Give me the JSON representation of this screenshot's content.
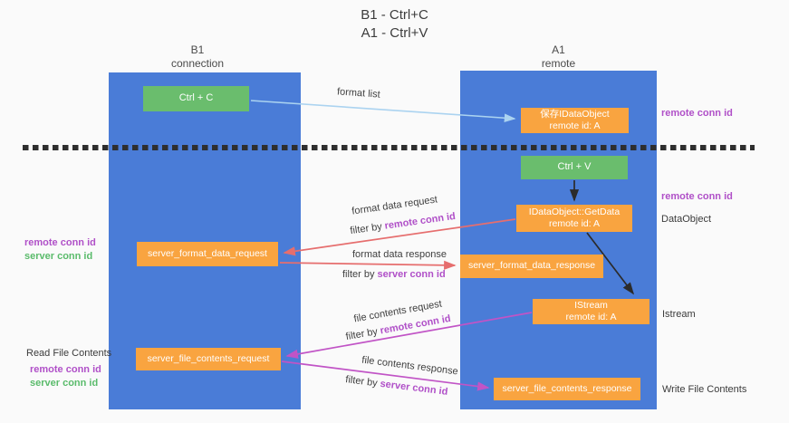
{
  "title": {
    "line1": "B1 - Ctrl+C",
    "line2": "A1 - Ctrl+V"
  },
  "lifelines": {
    "left": {
      "name": "B1",
      "role": "connection"
    },
    "right": {
      "name": "A1",
      "role": "remote"
    }
  },
  "nodes": {
    "ctrl_c": {
      "label": "Ctrl + C"
    },
    "save_dataobject": {
      "line1": "保存IDataObject",
      "line2": "remote id: A"
    },
    "ctrl_v": {
      "label": "Ctrl + V"
    },
    "getdata": {
      "line1": "IDataObject::GetData",
      "line2": "remote id: A"
    },
    "istream": {
      "line1": "IStream",
      "line2": "remote id: A"
    },
    "server_format_data_request": {
      "label": "server_format_data_request"
    },
    "server_format_data_response": {
      "label": "server_format_data_response"
    },
    "server_file_contents_request": {
      "label": "server_file_contents_request"
    },
    "server_file_contents_response": {
      "label": "server_file_contents_response"
    }
  },
  "arrow_labels": {
    "format_list": "format list",
    "format_data_request": "format data request",
    "format_data_response": "format data response",
    "file_contents_request": "file contents request",
    "file_contents_response": "file contents response",
    "filter_by": "filter by",
    "remote_conn_id": "remote conn id",
    "server_conn_id": "server conn id"
  },
  "side_labels": {
    "remote_conn_id": "remote conn id",
    "server_conn_id": "server conn id",
    "dataobject": "DataObject",
    "istream": "Istream",
    "read_file_contents": "Read File Contents",
    "write_file_contents": "Write File Contents"
  },
  "colors": {
    "lifeline_blue": "#4a7cd7",
    "node_orange": "#f9a440",
    "key_green": "#6abd6d",
    "remote_conn_purple": "#b050c8",
    "server_conn_green": "#5abb6b",
    "format_arrow_red": "#e66e6e",
    "file_arrow_magenta": "#c154c6",
    "format_list_blue": "#abd3f0",
    "black_arrow": "#2b2b2b",
    "separator_dash": "#2e2e2e"
  }
}
